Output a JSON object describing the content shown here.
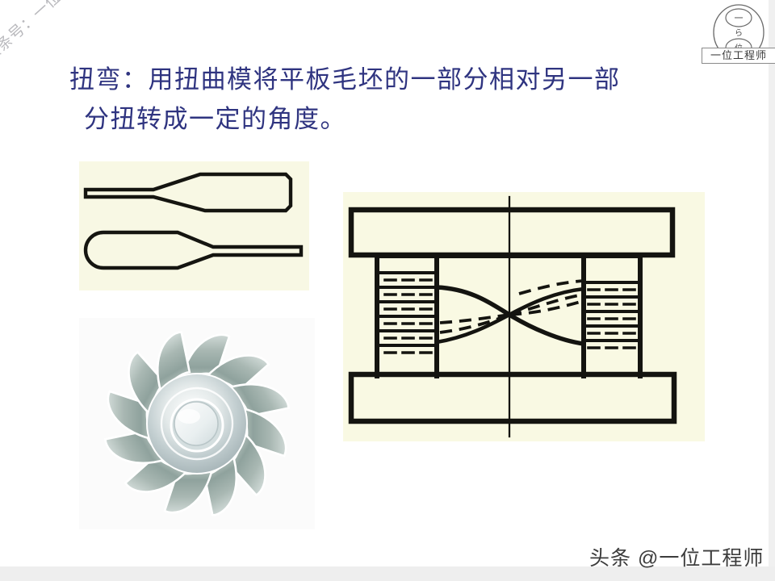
{
  "slide": {
    "background_color": "#ffffff",
    "title_color": "#2f3480",
    "figure_background_color": "#f8f8e4"
  },
  "title": {
    "line1": "扭弯：用扭曲模将平板毛坯的一部分相对另一部",
    "line2": "分扭转成一定的角度。"
  },
  "watermark": {
    "text": "头条号：一位工程师",
    "color": "#b9b9bd"
  },
  "logo": {
    "top_char": "一",
    "middle_char": "ら",
    "bottom_char": "位",
    "caption": "一位工程师"
  },
  "figures": [
    {
      "id": "fig-blank-outline",
      "name": "twisted-blank-outline-drawing",
      "caption": "",
      "description": "两个平板毛坯扭曲件轮廓图"
    },
    {
      "id": "fig-die",
      "name": "twisting-die-schematic",
      "caption": "",
      "description": "扭曲模结构示意图：上模板、下模板、两侧导柱剖面线与中间扭转曲线"
    },
    {
      "id": "fig-impeller",
      "name": "twisted-blade-impeller-photo",
      "caption": "",
      "description": "扭曲叶片风扇叶轮实物照片",
      "blade_count": 12
    }
  ],
  "footer": {
    "credit": "头条 @一位工程师"
  }
}
